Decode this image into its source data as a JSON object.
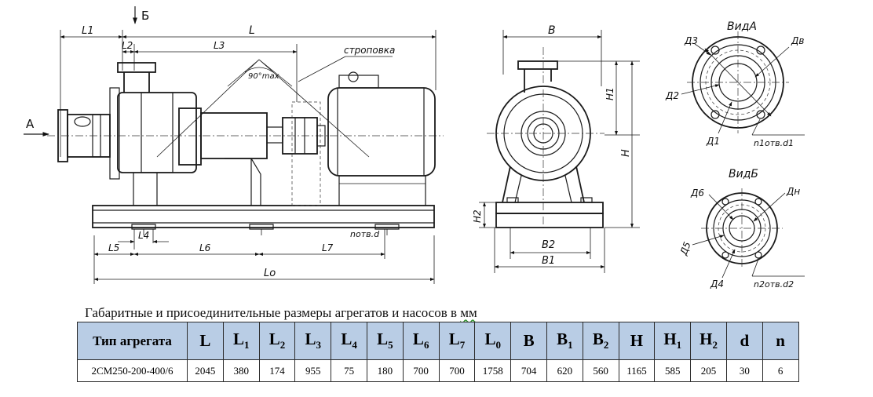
{
  "drawing": {
    "labels": {
      "arrow_b": "Б",
      "arrow_a": "А",
      "L1": "L1",
      "L": "L",
      "L2": "L2",
      "L3": "L3",
      "slinging": "строповка",
      "angle": "90°max",
      "L4": "L4",
      "L5": "L5",
      "L6": "L6",
      "L7": "L7",
      "n_holes": "nотв.d",
      "L0": "Lo",
      "B": "B",
      "H1": "H1",
      "H": "H",
      "H2": "H2",
      "B2": "B2",
      "B1": "B1",
      "view_a": "ВидА",
      "d3": "Д3",
      "dv": "Дв",
      "d2": "Д2",
      "d1": "Д1",
      "n1_holes": "n1отв.d1",
      "view_b": "ВидБ",
      "d6": "Д6",
      "dn": "Дн",
      "d5": "Д5",
      "d4": "Д4",
      "n2_holes": "n2отв.d2"
    }
  },
  "caption": {
    "prefix": "Габаритные и присоединительные размеры агрегатов и насосов в ",
    "unit": "мм"
  },
  "table": {
    "type_header": "Тип агрегата",
    "columns": [
      {
        "main": "L",
        "sub": ""
      },
      {
        "main": "L",
        "sub": "1"
      },
      {
        "main": "L",
        "sub": "2"
      },
      {
        "main": "L",
        "sub": "3"
      },
      {
        "main": "L",
        "sub": "4"
      },
      {
        "main": "L",
        "sub": "5"
      },
      {
        "main": "L",
        "sub": "6"
      },
      {
        "main": "L",
        "sub": "7"
      },
      {
        "main": "L",
        "sub": "0"
      },
      {
        "main": "B",
        "sub": ""
      },
      {
        "main": "B",
        "sub": "1"
      },
      {
        "main": "B",
        "sub": "2"
      },
      {
        "main": "H",
        "sub": ""
      },
      {
        "main": "H",
        "sub": "1"
      },
      {
        "main": "H",
        "sub": "2"
      },
      {
        "main": "d",
        "sub": ""
      },
      {
        "main": "n",
        "sub": ""
      }
    ],
    "rows": [
      {
        "type": "2СМ250-200-400/6",
        "values": [
          "2045",
          "380",
          "174",
          "955",
          "75",
          "180",
          "700",
          "700",
          "1758",
          "704",
          "620",
          "560",
          "1165",
          "585",
          "205",
          "30",
          "6"
        ]
      }
    ]
  }
}
